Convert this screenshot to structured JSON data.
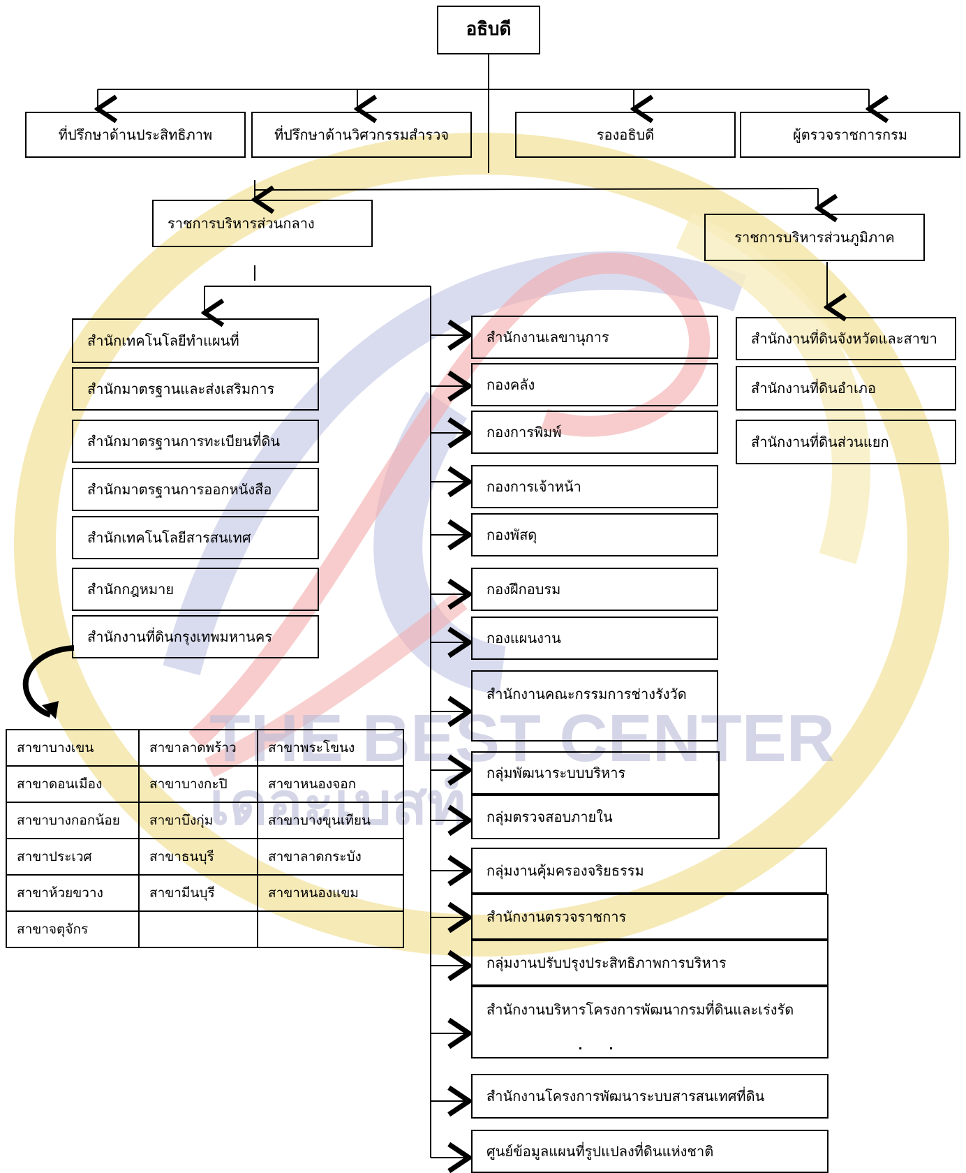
{
  "root": "อธิบดี",
  "top_units": [
    "ที่ปรึกษาด้านประสิทธิภาพ",
    "ที่ปรึกษาด้านวิศวกรรมสำรวจ",
    "รองอธิบดี",
    "ผู้ตรวจราชการกรม"
  ],
  "central_admin": "ราชการบริหารส่วนกลาง",
  "regional_admin": "ราชการบริหารส่วนภูมิภาค",
  "central_bureaus_left": [
    "สำนักเทคโนโลยีทำแผนที่",
    "สำนักมาตรฐานและส่งเสริมการ",
    "สำนักมาตรฐานการทะเบียนที่ดิน",
    "สำนักมาตรฐานการออกหนังสือ",
    "สำนักเทคโนโลยีสารสนเทศ",
    "สำนักกฎหมาย",
    "สำนักงานที่ดินกรุงเทพมหานคร"
  ],
  "central_units_right": [
    "สำนักงานเลขานุการ",
    "กองคลัง",
    "กองการพิมพ์",
    "กองการเจ้าหน้า",
    "กองพัสดุ",
    "กองฝึกอบรม",
    "กองแผนงาน",
    "สำนักงานคณะกรรมการช่างรังวัด",
    "กลุ่มพัฒนาระบบบริหาร",
    "กลุ่มตรวจสอบภายใน",
    "กลุ่มงานคุ้มครองจริยธรรม",
    "สำนักงานตรวจราชการ",
    "กลุ่มงานปรับปรุงประสิทธิภาพการบริหาร",
    "สำนักงานบริหารโครงการพัฒนากรมที่ดินและเร่งรัด",
    "สำนักงานโครงการพัฒนาระบบสารสนเทศที่ดิน",
    "ศูนย์ข้อมูลแผนที่รูปแปลงที่ดินแห่งชาติ"
  ],
  "regional_units": [
    "สำนักงานที่ดินจังหวัดและสาขา",
    "สำนักงานที่ดินอำเภอ",
    "สำนักงานที่ดินส่วนแยก"
  ],
  "bangkok_branches": [
    [
      "สาขาบางเขน",
      "สาขาลาดพร้าว",
      "สาขาพระโขนง"
    ],
    [
      "สาขาดอนเมือง",
      "สาขาบางกะปิ",
      "สาขาหนองจอก"
    ],
    [
      "สาขาบางกอกน้อย",
      "สาขาบึงกุ่ม",
      "สาขาบางขุนเทียน"
    ],
    [
      "สาขาประเวศ",
      "สาขาธนบุรี",
      "สาขาลาดกระบัง"
    ],
    [
      "สาขาห้วยขวาง",
      "สาขามีนบุรี",
      "สาขาหนองแขม"
    ],
    [
      "สาขาจตุจักร",
      "",
      ""
    ]
  ],
  "watermark": {
    "text_en": "THE BEST CENTER",
    "text_th": "เดอะเบสท์",
    "colors": {
      "gold": "#f6eab8",
      "blue": "#c9cde8",
      "red": "#f2a5a5"
    }
  }
}
